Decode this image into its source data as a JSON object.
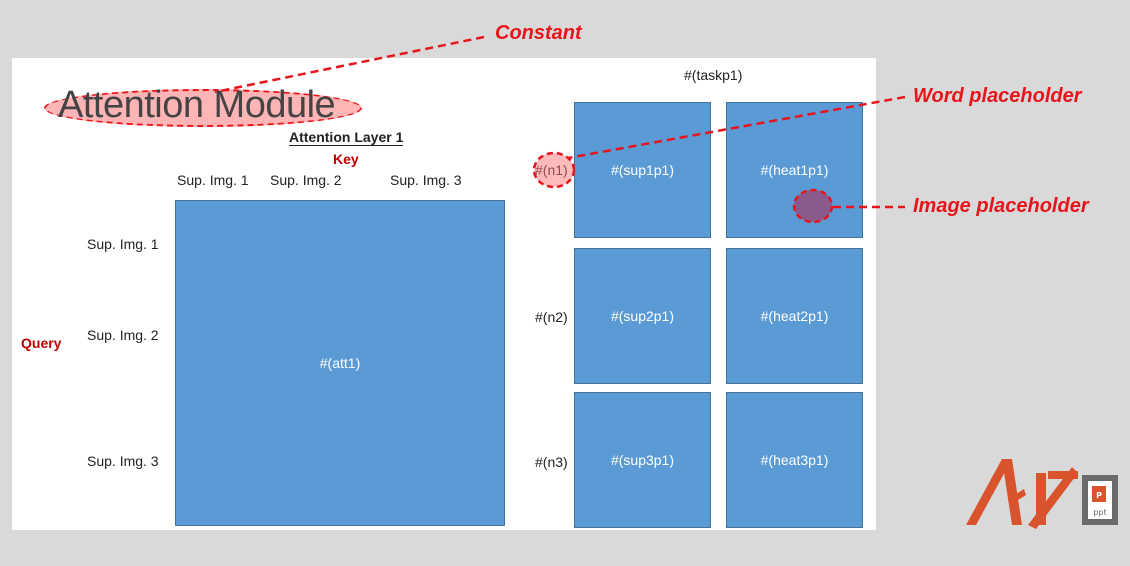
{
  "annotations": {
    "constant": "Constant",
    "word_placeholder": "Word placeholder",
    "image_placeholder": "Image placeholder"
  },
  "slide": {
    "title": "Attention Module",
    "task_label": "#(taskp1)",
    "layer_title": "Attention Layer 1",
    "key_label": "Key",
    "query_label": "Query",
    "key_columns": [
      "Sup. Img. 1",
      "Sup. Img. 2",
      "Sup. Img. 3"
    ],
    "query_rows": [
      "Sup. Img. 1",
      "Sup. Img. 2",
      "Sup. Img. 3"
    ],
    "attention_box": "#(att1)",
    "rows": [
      {
        "n": "#(n1)",
        "sup": "#(sup1p1)",
        "heat": "#(heat1p1)"
      },
      {
        "n": "#(n2)",
        "sup": "#(sup2p1)",
        "heat": "#(heat2p1)"
      },
      {
        "n": "#(n3)",
        "sup": "#(sup3p1)",
        "heat": "#(heat3p1)"
      }
    ]
  },
  "colors": {
    "box_fill": "#5b9bd5",
    "annotation_red": "#e8141b",
    "dark_red": "#c00000",
    "logo_orange": "#d9532c"
  },
  "logo": {
    "badge_text": "ppt"
  }
}
